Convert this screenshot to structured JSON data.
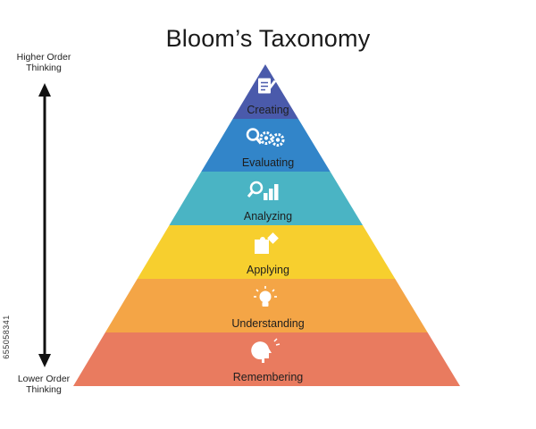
{
  "title": "Bloom’s Taxonomy",
  "axis": {
    "top_label": [
      "Higher Order",
      "Thinking"
    ],
    "bottom_label": [
      "Lower Order",
      "Thinking"
    ]
  },
  "levels": [
    {
      "label": "Creating",
      "color": "#4a5aab",
      "icon": "document-edit-icon"
    },
    {
      "label": "Evaluating",
      "color": "#3285c9",
      "icon": "gears-magnifier-icon"
    },
    {
      "label": "Analyzing",
      "color": "#4ab4c4",
      "icon": "bar-chart-magnifier-icon"
    },
    {
      "label": "Applying",
      "color": "#f7cf2e",
      "icon": "puzzle-icon"
    },
    {
      "label": "Understanding",
      "color": "#f4a546",
      "icon": "lightbulb-icon"
    },
    {
      "label": "Remembering",
      "color": "#e97b5f",
      "icon": "head-thinking-icon"
    }
  ],
  "watermark_id": "655058341"
}
